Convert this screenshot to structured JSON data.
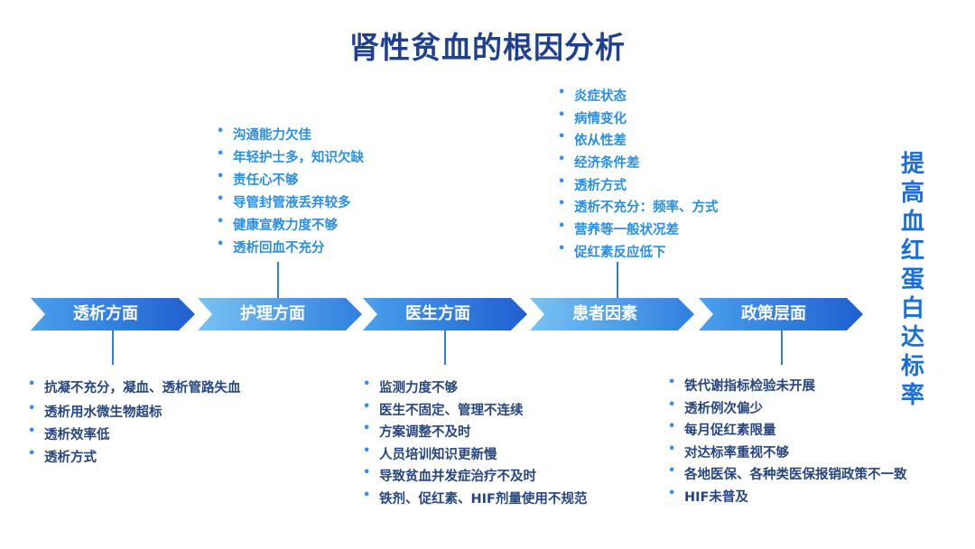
{
  "title": "肾性贫血的根因分析",
  "side_text": "提高血红蛋白达标率",
  "categories": [
    {
      "label": "透析方面",
      "color_start": "#4aa0ec",
      "color_end": "#1f5fd0"
    },
    {
      "label": "护理方面",
      "color_start": "#79c3f2",
      "color_end": "#2f7fe0"
    },
    {
      "label": "医生方面",
      "color_start": "#4aa0ec",
      "color_end": "#1f5fd0"
    },
    {
      "label": "患者因素",
      "color_start": "#79c3f2",
      "color_end": "#2f7fe0"
    },
    {
      "label": "政策层面",
      "color_start": "#4aa0ec",
      "color_end": "#1f5fd0"
    }
  ],
  "nursing_items": [
    "沟通能力欠佳",
    "年轻护士多，知识欠缺",
    "责任心不够",
    "导管封管液丢弃较多",
    "健康宣教力度不够",
    "透析回血不充分"
  ],
  "patient_items": [
    "炎症状态",
    "病情变化",
    "依从性差",
    "经济条件差",
    "透析方式",
    "透析不充分：频率、方式",
    "营养等一般状况差",
    "促红素反应低下"
  ],
  "dialysis_items": [
    "抗凝不充分，凝血、透析管路失血",
    "透析用水微生物超标",
    "透析效率低",
    "透析方式"
  ],
  "doctor_items": [
    "监测力度不够",
    "医生不固定、管理不连续",
    "方案调整不及时",
    "人员培训知识更新慢",
    "导致贫血并发症治疗不及时",
    "铁剂、促红素、HIF剂量使用不规范"
  ],
  "policy_items": [
    "铁代谢指标检验未开展",
    "透析例次偏少",
    "每月促红素限量",
    "对达标率重视不够",
    "各地医保、各种类医保报销政策不一致",
    "HIF未普及"
  ]
}
